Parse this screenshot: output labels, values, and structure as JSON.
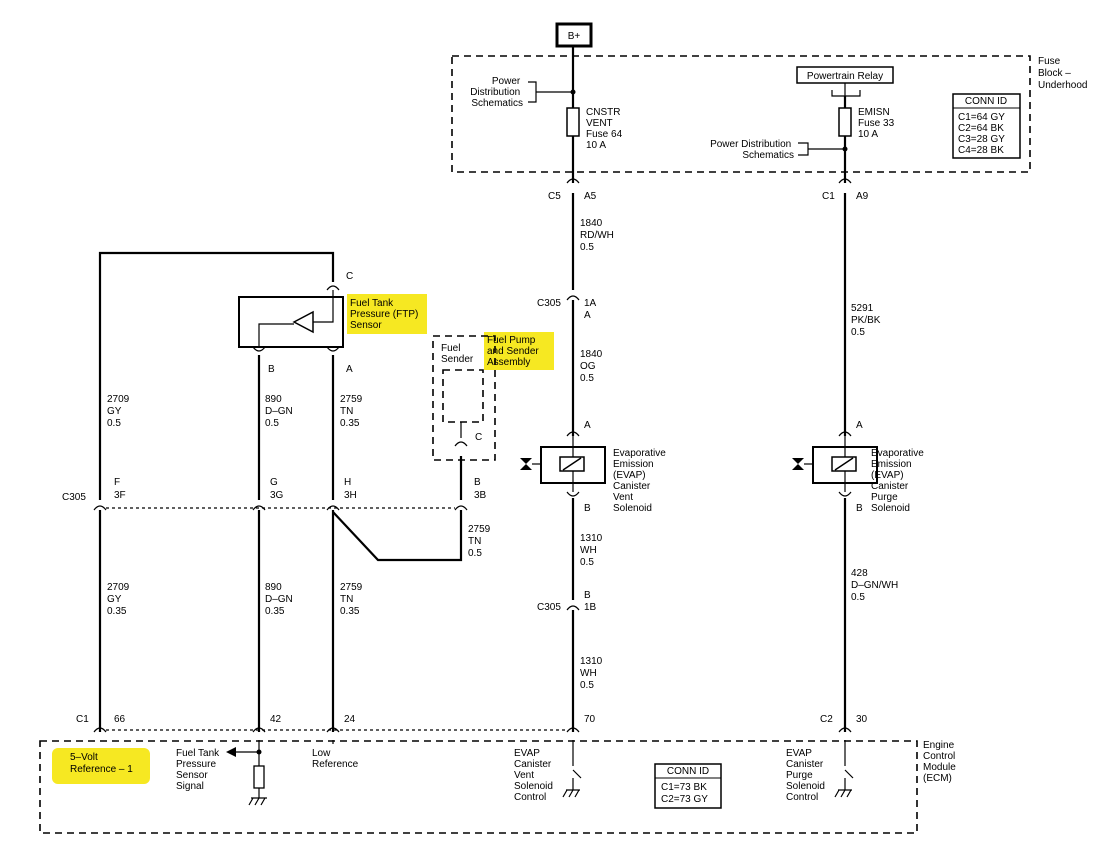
{
  "bplus": "B+",
  "fuse_block": {
    "title": [
      "Fuse",
      "Block –",
      "Underhood"
    ],
    "power_dist_left": [
      "Power",
      "Distribution",
      "Schematics"
    ],
    "power_dist_right": [
      "Power Distribution",
      "Schematics"
    ],
    "fuse1": [
      "CNSTR",
      "VENT",
      "Fuse 64",
      "10 A"
    ],
    "fuse2": [
      "EMISN",
      "Fuse 33",
      "10 A"
    ],
    "relay": "Powertrain Relay",
    "conn_title": "CONN ID",
    "conn": [
      "C1=64 GY",
      "C2=64 BK",
      "C3=28 GY",
      "C4=28 BK"
    ],
    "pin_c5": "C5",
    "pin_a5": "A5",
    "pin_c1": "C1",
    "pin_a9": "A9"
  },
  "vent_circuit": {
    "wire1": [
      "1840",
      "RD/WH",
      "0.5"
    ],
    "c305": "C305",
    "c305_pin": [
      "1A",
      "A"
    ],
    "wire2": [
      "1840",
      "OG",
      "0.5"
    ],
    "pin_a": "A",
    "pin_b": "B",
    "solenoid": [
      "Evaporative",
      "Emission",
      "(EVAP)",
      "Canister",
      "Vent",
      "Solenoid"
    ],
    "wire3": [
      "1310",
      "WH",
      "0.5"
    ],
    "c305b": "C305",
    "c305b_pin": [
      "B",
      "1B"
    ],
    "wire4": [
      "1310",
      "WH",
      "0.5"
    ],
    "ecm_pin": "70"
  },
  "purge_circuit": {
    "wire1": [
      "5291",
      "PK/BK",
      "0.5"
    ],
    "pin_a": "A",
    "pin_b": "B",
    "solenoid": [
      "Evaporative",
      "Emission",
      "(EVAP)",
      "Canister",
      "Purge",
      "Solenoid"
    ],
    "wire2": [
      "428",
      "D–GN/WH",
      "0.5"
    ],
    "conn": "C2",
    "ecm_pin": "30"
  },
  "ftp": {
    "label": [
      "Fuel Tank",
      "Pressure (FTP)",
      "Sensor"
    ],
    "pin_c": "C",
    "pin_b": "B",
    "pin_a": "A",
    "wire_gy": [
      "2709",
      "GY",
      "0.5"
    ],
    "wire_dgn": [
      "890",
      "D–GN",
      "0.5"
    ],
    "wire_tn": [
      "2759",
      "TN",
      "0.35"
    ]
  },
  "fuel_sender": {
    "label": [
      "Fuel",
      "Sender"
    ],
    "assembly": [
      "Fuel Pump",
      "and Sender",
      "Assembly"
    ],
    "pin_c": "C",
    "pin_b": "B",
    "pin_3b": "3B",
    "wire": [
      "2759",
      "TN",
      "0.5"
    ]
  },
  "c305_row": {
    "label": "C305",
    "pins": [
      [
        "F",
        "3F"
      ],
      [
        "G",
        "3G"
      ],
      [
        "H",
        "3H"
      ]
    ]
  },
  "lower_wires": {
    "gy": [
      "2709",
      "GY",
      "0.35"
    ],
    "dgn": [
      "890",
      "D–GN",
      "0.35"
    ],
    "tn": [
      "2759",
      "TN",
      "0.35"
    ]
  },
  "ecm": {
    "conn_c1": "C1",
    "pins": [
      "66",
      "42",
      "24"
    ],
    "five_volt": [
      "5–Volt",
      "Reference – 1"
    ],
    "ftp_signal": [
      "Fuel Tank",
      "Pressure",
      "Sensor",
      "Signal"
    ],
    "low_ref": [
      "Low",
      "Reference"
    ],
    "vent_ctrl": [
      "EVAP",
      "Canister",
      "Vent",
      "Solenoid",
      "Control"
    ],
    "purge_ctrl": [
      "EVAP",
      "Canister",
      "Purge",
      "Solenoid",
      "Control"
    ],
    "conn_title": "CONN ID",
    "conn": [
      "C1=73 BK",
      "C2=73 GY"
    ],
    "title": [
      "Engine",
      "Control",
      "Module",
      "(ECM)"
    ]
  }
}
